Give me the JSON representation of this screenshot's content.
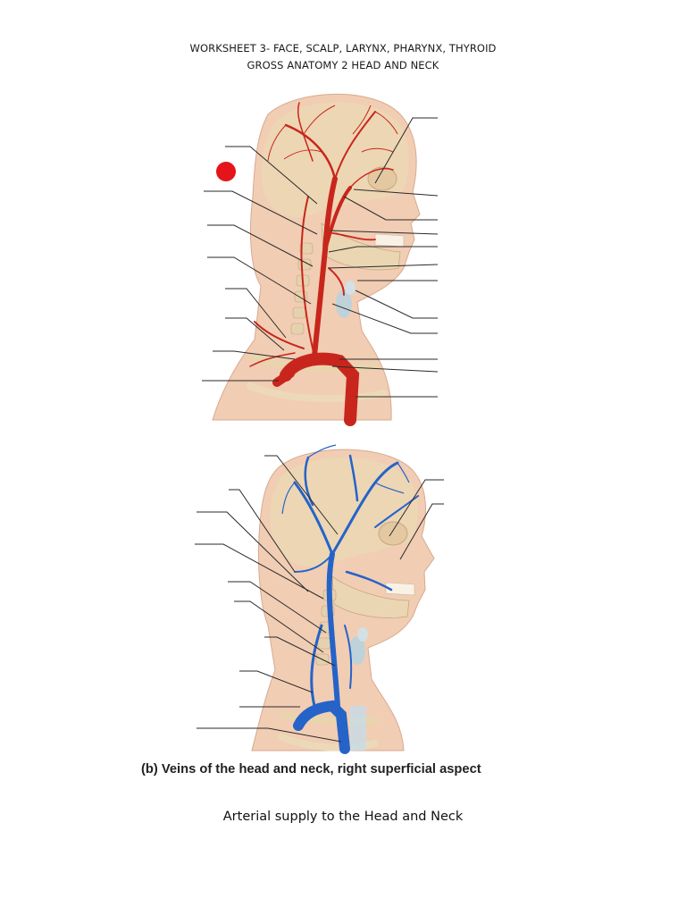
{
  "header": {
    "line1": "WORKSHEET 3- FACE, SCALP, LARYNX, PHARYNX, THYROID",
    "line2": "GROSS ANATOMY 2 HEAD AND NECK"
  },
  "figure_b": {
    "caption": "(b) Veins of the head and neck, right superficial aspect"
  },
  "footer": {
    "title": "Arterial supply to the Head and Neck"
  },
  "colors": {
    "artery": "#c8261c",
    "vein": "#2563c9",
    "marker": "#e5141b",
    "skin": "#f3d2bc",
    "bone": "#ecd9b8"
  }
}
